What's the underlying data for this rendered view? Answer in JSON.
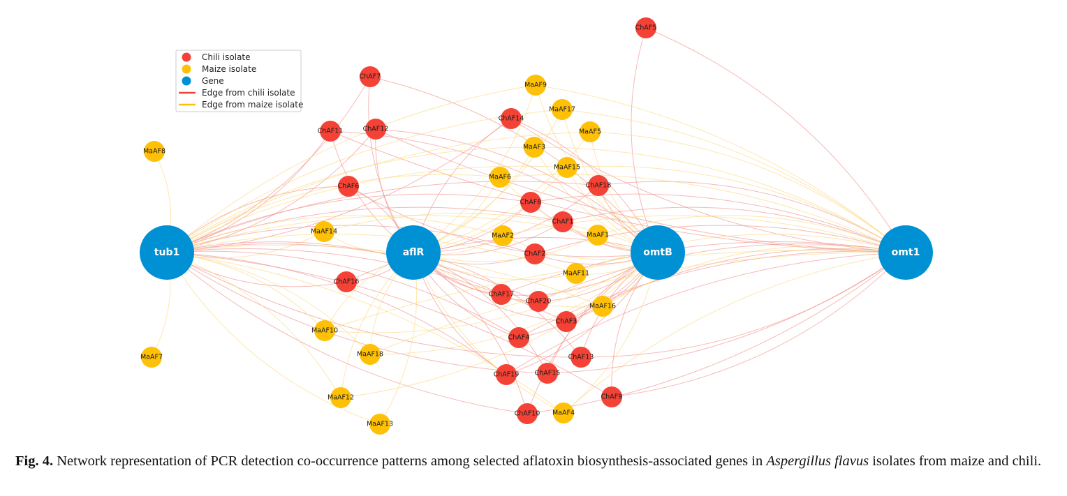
{
  "legend": [
    {
      "kind": "dot",
      "label": "Chili isolate",
      "color": "#f44336"
    },
    {
      "kind": "dot",
      "label": "Maize isolate",
      "color": "#ffc107"
    },
    {
      "kind": "dot",
      "label": "Gene",
      "color": "#0091d5"
    },
    {
      "kind": "line",
      "label": "Edge from chili isolate",
      "color": "#f44336"
    },
    {
      "kind": "line",
      "label": "Edge from maize isolate",
      "color": "#ffc107"
    }
  ],
  "colors": {
    "chili": "#f44336",
    "maize": "#ffc107",
    "gene": "#0091d5",
    "chili_edge": "#f08a86",
    "maize_edge": "#fcd77a"
  },
  "genes": [
    "tub1",
    "aflR",
    "omtB",
    "omt1"
  ],
  "chili_isolates": [
    "ChAF1",
    "ChAF2",
    "ChAF3",
    "ChAF4",
    "ChAF5",
    "ChAF6",
    "ChAF7",
    "ChAF8",
    "ChAF9",
    "ChAF10",
    "ChAF11",
    "ChAF12",
    "ChAF13",
    "ChAF14",
    "ChAF15",
    "ChAF16",
    "ChAF17",
    "ChAF18",
    "ChAF19",
    "ChAF20"
  ],
  "maize_isolates": [
    "MaAF1",
    "MaAF2",
    "MaAF3",
    "MaAF4",
    "MaAF5",
    "MaAF6",
    "MaAF7",
    "MaAF8",
    "MaAF9",
    "MaAF10",
    "MaAF11",
    "MaAF12",
    "MaAF13",
    "MaAF14",
    "MaAF15",
    "MaAF16",
    "MaAF17",
    "MaAF18"
  ],
  "edges": {
    "ChAF1": [
      "tub1",
      "aflR",
      "omtB",
      "omt1"
    ],
    "ChAF2": [
      "tub1",
      "aflR",
      "omtB",
      "omt1"
    ],
    "ChAF3": [
      "tub1",
      "aflR",
      "omtB",
      "omt1"
    ],
    "ChAF4": [
      "tub1",
      "aflR",
      "omtB",
      "omt1"
    ],
    "ChAF5": [
      "omtB",
      "omt1"
    ],
    "ChAF6": [
      "tub1",
      "aflR",
      "omtB"
    ],
    "ChAF7": [
      "tub1",
      "aflR",
      "omtB"
    ],
    "ChAF8": [
      "tub1",
      "aflR",
      "omtB",
      "omt1"
    ],
    "ChAF9": [
      "tub1",
      "omtB",
      "omt1"
    ],
    "ChAF10": [
      "tub1",
      "aflR",
      "omtB",
      "omt1"
    ],
    "ChAF11": [
      "tub1",
      "aflR",
      "omtB",
      "omt1"
    ],
    "ChAF12": [
      "tub1",
      "aflR",
      "omtB",
      "omt1"
    ],
    "ChAF13": [
      "tub1",
      "aflR",
      "omtB",
      "omt1"
    ],
    "ChAF14": [
      "tub1",
      "aflR",
      "omtB",
      "omt1"
    ],
    "ChAF15": [
      "tub1",
      "aflR",
      "omtB",
      "omt1"
    ],
    "ChAF16": [
      "tub1",
      "aflR",
      "omtB"
    ],
    "ChAF17": [
      "tub1",
      "aflR",
      "omtB",
      "omt1"
    ],
    "ChAF18": [
      "tub1",
      "aflR",
      "omtB",
      "omt1"
    ],
    "ChAF19": [
      "tub1",
      "aflR",
      "omtB",
      "omt1"
    ],
    "ChAF20": [
      "tub1",
      "aflR",
      "omtB",
      "omt1"
    ],
    "MaAF1": [
      "tub1",
      "aflR",
      "omtB",
      "omt1"
    ],
    "MaAF2": [
      "tub1",
      "aflR",
      "omtB",
      "omt1"
    ],
    "MaAF3": [
      "tub1",
      "aflR",
      "omtB",
      "omt1"
    ],
    "MaAF4": [
      "tub1",
      "aflR",
      "omtB",
      "omt1"
    ],
    "MaAF5": [
      "tub1",
      "aflR",
      "omtB",
      "omt1"
    ],
    "MaAF6": [
      "tub1",
      "aflR",
      "omtB",
      "omt1"
    ],
    "MaAF7": [
      "tub1"
    ],
    "MaAF8": [
      "tub1"
    ],
    "MaAF9": [
      "tub1",
      "aflR",
      "omtB",
      "omt1"
    ],
    "MaAF10": [
      "tub1",
      "aflR",
      "omtB",
      "omt1"
    ],
    "MaAF11": [
      "tub1",
      "aflR",
      "omtB",
      "omt1"
    ],
    "MaAF12": [
      "tub1",
      "aflR",
      "omtB"
    ],
    "MaAF13": [
      "tub1",
      "aflR"
    ],
    "MaAF14": [
      "tub1",
      "aflR",
      "omtB"
    ],
    "MaAF15": [
      "tub1",
      "aflR",
      "omtB",
      "omt1"
    ],
    "MaAF16": [
      "tub1",
      "aflR",
      "omtB",
      "omt1"
    ],
    "MaAF17": [
      "tub1",
      "aflR",
      "omtB",
      "omt1"
    ],
    "MaAF18": [
      "tub1",
      "aflR",
      "omtB",
      "omt1"
    ]
  },
  "caption": {
    "label": "Fig. 4.",
    "text_before": "Network representation of PCR detection co-occurrence patterns among selected aflatoxin biosynthesis-associated genes in",
    "species": "Aspergillus flavus",
    "text_after": "isolates from maize and chili."
  }
}
